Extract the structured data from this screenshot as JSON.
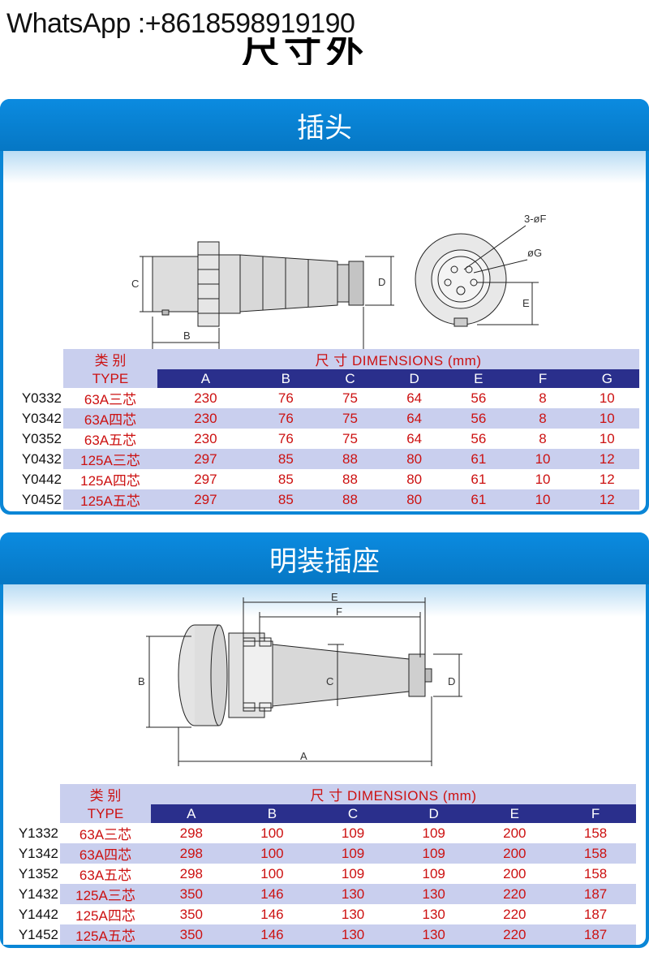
{
  "watermark": "WhatsApp :+8618598919190",
  "page_title": "尺寸外观",
  "plug": {
    "title": "插头",
    "labels": {
      "A": "A",
      "B": "B",
      "C": "C",
      "D": "D",
      "E": "E",
      "F": "3-øF",
      "G": "øG"
    },
    "table": {
      "type_cn": "类  别",
      "type_en": "TYPE",
      "dim_title": "尺  寸  DIMENSIONS (mm)",
      "columns": [
        "A",
        "B",
        "C",
        "D",
        "E",
        "F",
        "G"
      ],
      "rows": [
        {
          "code": "Y0332",
          "type": "63A三芯",
          "values": [
            "230",
            "76",
            "75",
            "64",
            "56",
            "8",
            "10"
          ]
        },
        {
          "code": "Y0342",
          "type": "63A四芯",
          "values": [
            "230",
            "76",
            "75",
            "64",
            "56",
            "8",
            "10"
          ]
        },
        {
          "code": "Y0352",
          "type": "63A五芯",
          "values": [
            "230",
            "76",
            "75",
            "64",
            "56",
            "8",
            "10"
          ]
        },
        {
          "code": "Y0432",
          "type": "125A三芯",
          "values": [
            "297",
            "85",
            "88",
            "80",
            "61",
            "10",
            "12"
          ]
        },
        {
          "code": "Y0442",
          "type": "125A四芯",
          "values": [
            "297",
            "85",
            "88",
            "80",
            "61",
            "10",
            "12"
          ]
        },
        {
          "code": "Y0452",
          "type": "125A五芯",
          "values": [
            "297",
            "85",
            "88",
            "80",
            "61",
            "10",
            "12"
          ]
        }
      ]
    }
  },
  "socket": {
    "title": "明装插座",
    "labels": {
      "A": "A",
      "B": "B",
      "C": "C",
      "D": "D",
      "E": "E",
      "F": "F"
    },
    "table": {
      "type_cn": "类  别",
      "type_en": "TYPE",
      "dim_title": "尺  寸  DIMENSIONS (mm)",
      "columns": [
        "A",
        "B",
        "C",
        "D",
        "E",
        "F"
      ],
      "rows": [
        {
          "code": "Y1332",
          "type": "63A三芯",
          "values": [
            "298",
            "100",
            "109",
            "109",
            "200",
            "158"
          ]
        },
        {
          "code": "Y1342",
          "type": "63A四芯",
          "values": [
            "298",
            "100",
            "109",
            "109",
            "200",
            "158"
          ]
        },
        {
          "code": "Y1352",
          "type": "63A五芯",
          "values": [
            "298",
            "100",
            "109",
            "109",
            "200",
            "158"
          ]
        },
        {
          "code": "Y1432",
          "type": "125A三芯",
          "values": [
            "350",
            "146",
            "130",
            "130",
            "220",
            "187"
          ]
        },
        {
          "code": "Y1442",
          "type": "125A四芯",
          "values": [
            "350",
            "146",
            "130",
            "130",
            "220",
            "187"
          ]
        },
        {
          "code": "Y1452",
          "type": "125A五芯",
          "values": [
            "350",
            "146",
            "130",
            "130",
            "220",
            "187"
          ]
        }
      ]
    }
  },
  "colors": {
    "header_blue": "#0a86d6",
    "dim_header": "#2a2f8c",
    "row_tint": "#c9cfee",
    "value_red": "#cc1111"
  }
}
